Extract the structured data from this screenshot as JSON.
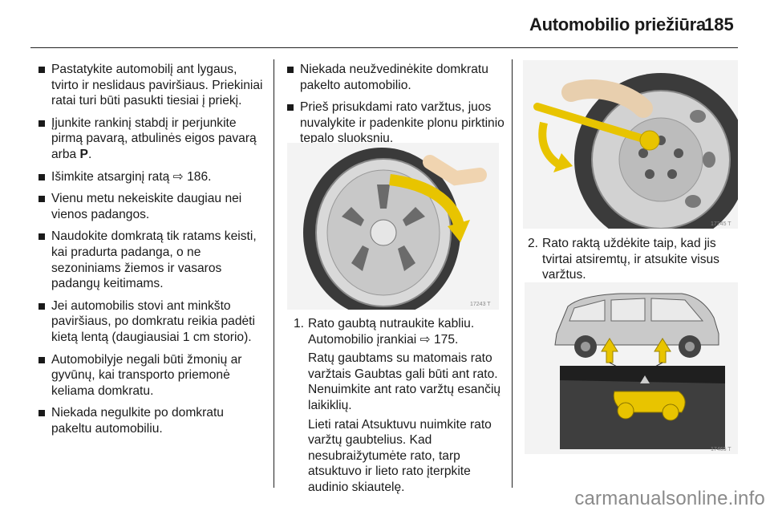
{
  "header": {
    "title": "Automobilio priežiūra",
    "page_number": "185"
  },
  "left_column": {
    "items": [
      {
        "text": "Pastatykite automobilį ant lygaus, tvirto ir neslidaus paviršiaus. Priekiniai ratai turi būti pasukti tiesiai į priekį."
      },
      {
        "text": "Įjunkite rankinį stabdį ir perjunkite pirmą pavarą, atbulinės eigos pavarą arba ",
        "bold": "P",
        "after": "."
      },
      {
        "text": "Išimkite atsarginį ratą ",
        "ref": "186."
      },
      {
        "text": "Vienu metu nekeiskite daugiau nei vienos padangos."
      },
      {
        "text": "Naudokite domkratą tik ratams keisti, kai pradurta padanga, o ne sezoniniams žiemos ir vasaros padangų keitimams."
      },
      {
        "text": "Jei automobilis stovi ant minkšto paviršiaus, po domkratu reikia padėti kietą lentą (daugiausiai 1 cm storio)."
      },
      {
        "text": "Automobilyje negali būti žmonių ar gyvūnų, kai transporto priemonė keliama domkratu."
      },
      {
        "text": "Niekada negulkite po domkratu pakeltu automobiliu."
      }
    ]
  },
  "middle_column": {
    "items": [
      {
        "text": "Niekada neužvedinėkite domkratu pakelto automobilio."
      },
      {
        "text": "Prieš prisukdami rato varžtus, juos nuvalykite ir padenkite plonu pirktinio tepalo sluoksniu."
      }
    ],
    "figure_code": "17243 T",
    "step1": {
      "number": "1.",
      "text": "Rato gaubtą nutraukite kabliu. Automobilio įrankiai ",
      "ref": "175.",
      "para1": "Ratų gaubtams su matomais rato varžtais Gaubtas gali būti ant rato. Nenuimkite ant rato varžtų esančių laikiklių.",
      "para2": "Lieti ratai Atsuktuvu nuimkite rato varžtų gaubtelius. Kad nesubraižytumėte rato, tarp atsuktuvo ir lieto rato įterpkite audinio skiautelę."
    }
  },
  "right_column": {
    "figure1_code": "17245 T",
    "step2": {
      "number": "2.",
      "text": "Rato raktą uždėkite taip, kad jis tvirtai atsiremtų, ir atsukite visus varžtus."
    },
    "figure2_code": "17465 T"
  },
  "ref_symbol": "⇨",
  "colors": {
    "accent_yellow": "#f2d21a",
    "arrow_yellow": "#e8c400",
    "text": "#1a1a1a"
  },
  "watermark": "carmanualsonline.info"
}
